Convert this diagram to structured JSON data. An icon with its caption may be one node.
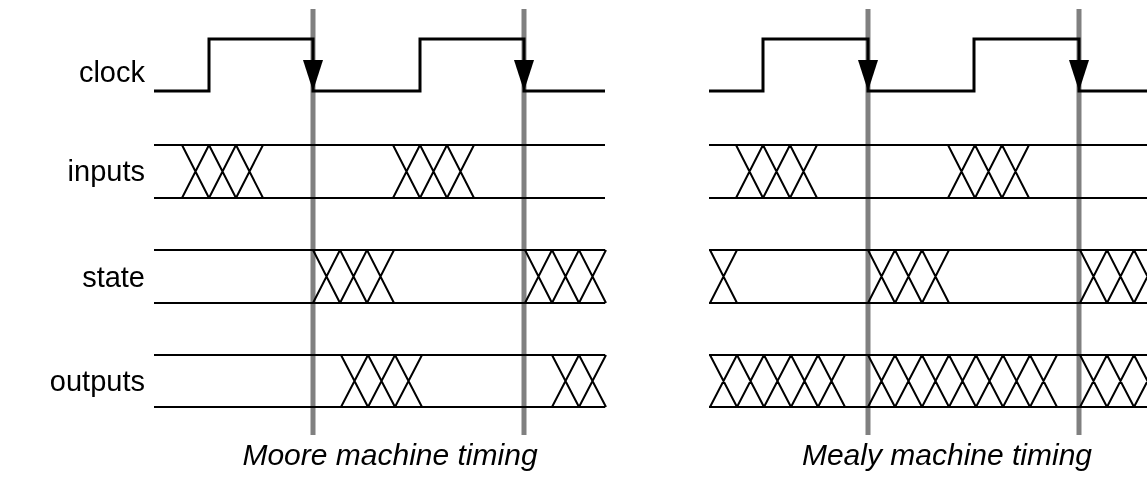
{
  "diagram": {
    "labels": [
      "clock",
      "inputs",
      "state",
      "outputs",
      "Moore machine timing",
      "Mealy machine timing"
    ]
  }
}
